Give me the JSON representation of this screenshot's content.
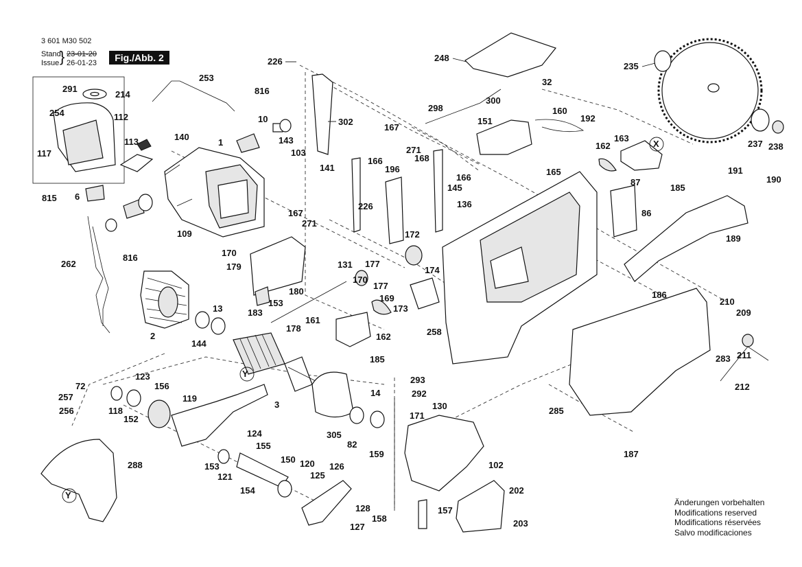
{
  "header": {
    "doc_number": "3 601 M30 502",
    "stand_label": "Stand",
    "stand_date": "23-01-20",
    "issue_label": "Issue",
    "issue_date": "26-01-23",
    "figure": "Fig./Abb. 2"
  },
  "notes": [
    "Änderungen vorbehalten",
    "Modifications reserved",
    "Modifications réservées",
    "Salvo modificaciones"
  ],
  "callouts": [
    "226",
    "248",
    "32",
    "235",
    "253",
    "816",
    "291",
    "214",
    "254",
    "112",
    "302",
    "298",
    "300",
    "151",
    "160",
    "192",
    "10",
    "113",
    "140",
    "117",
    "1",
    "143",
    "103",
    "141",
    "167",
    "271",
    "168",
    "166",
    "196",
    "145",
    "136",
    "163",
    "162",
    "237",
    "238",
    "191",
    "190",
    "87",
    "185",
    "86",
    "189",
    "815",
    "6",
    "109",
    "226",
    "271",
    "170",
    "179",
    "131",
    "177",
    "172",
    "174",
    "170",
    "177",
    "169",
    "173",
    "161",
    "258",
    "185",
    "816",
    "262",
    "2",
    "144",
    "13",
    "183",
    "153",
    "180",
    "178",
    "162",
    "186",
    "210",
    "209",
    "211",
    "283",
    "212",
    "285",
    "187",
    "72",
    "257",
    "256",
    "123",
    "156",
    "118",
    "152",
    "119",
    "124",
    "155",
    "153",
    "121",
    "154",
    "150",
    "120",
    "125",
    "126",
    "128",
    "127",
    "288",
    "3",
    "293",
    "292",
    "14",
    "305",
    "82",
    "171",
    "159",
    "130",
    "102",
    "202",
    "157",
    "158",
    "203",
    "Y",
    "Y",
    "X",
    "165",
    "167",
    "166"
  ]
}
